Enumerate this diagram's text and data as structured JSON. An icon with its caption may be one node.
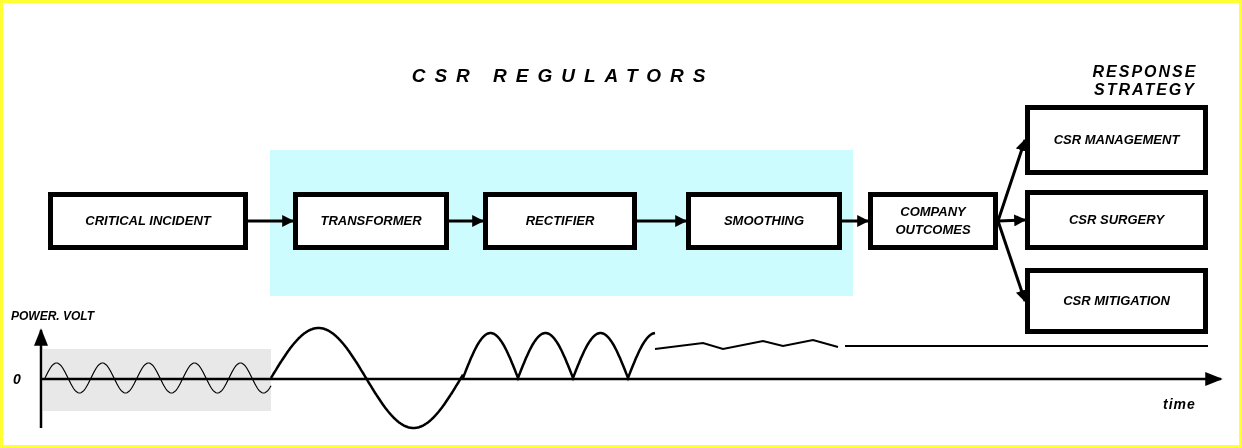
{
  "diagram": {
    "title": "CSR REGULATORS",
    "nodes": [
      {
        "text": [
          "CRITICAL INCIDENT"
        ]
      },
      {
        "text": [],
        "shape": "box"
      },
      {
        "text": [
          "TRANSFORMER"
        ],
        "in": 1
      },
      {
        "text": [
          "RECTIFIER"
        ],
        "in": 1
      },
      {
        "text": [
          "SMOOTHING"
        ],
        "in": 1
      },
      {
        "text": [
          "COMPANY OUTCOMES"
        ]
      },
      {
        "text": [
          "CSR MANAGEMENT"
        ]
      },
      {
        "text": [
          "CSR SURGERY"
        ]
      },
      {
        "text": [
          "CSR MITIGATION"
        ]
      }
    ],
    "edges": [
      {
        "from": 0,
        "to": 2,
        "arrow": "to"
      },
      {
        "from": 2,
        "to": 3,
        "arrow": "to"
      },
      {
        "from": 3,
        "to": 4,
        "arrow": "to"
      },
      {
        "from": 4,
        "to": 5,
        "arrow": "to"
      },
      {
        "from": 5,
        "to": 6,
        "arrow": "to"
      },
      {
        "from": 5,
        "to": 7,
        "arrow": "to"
      },
      {
        "from": 5,
        "to": 8,
        "arrow": "to"
      }
    ],
    "labels": [
      "RESPONSE STRATEGY",
      "POWER. VOLT",
      "0",
      "time"
    ]
  }
}
